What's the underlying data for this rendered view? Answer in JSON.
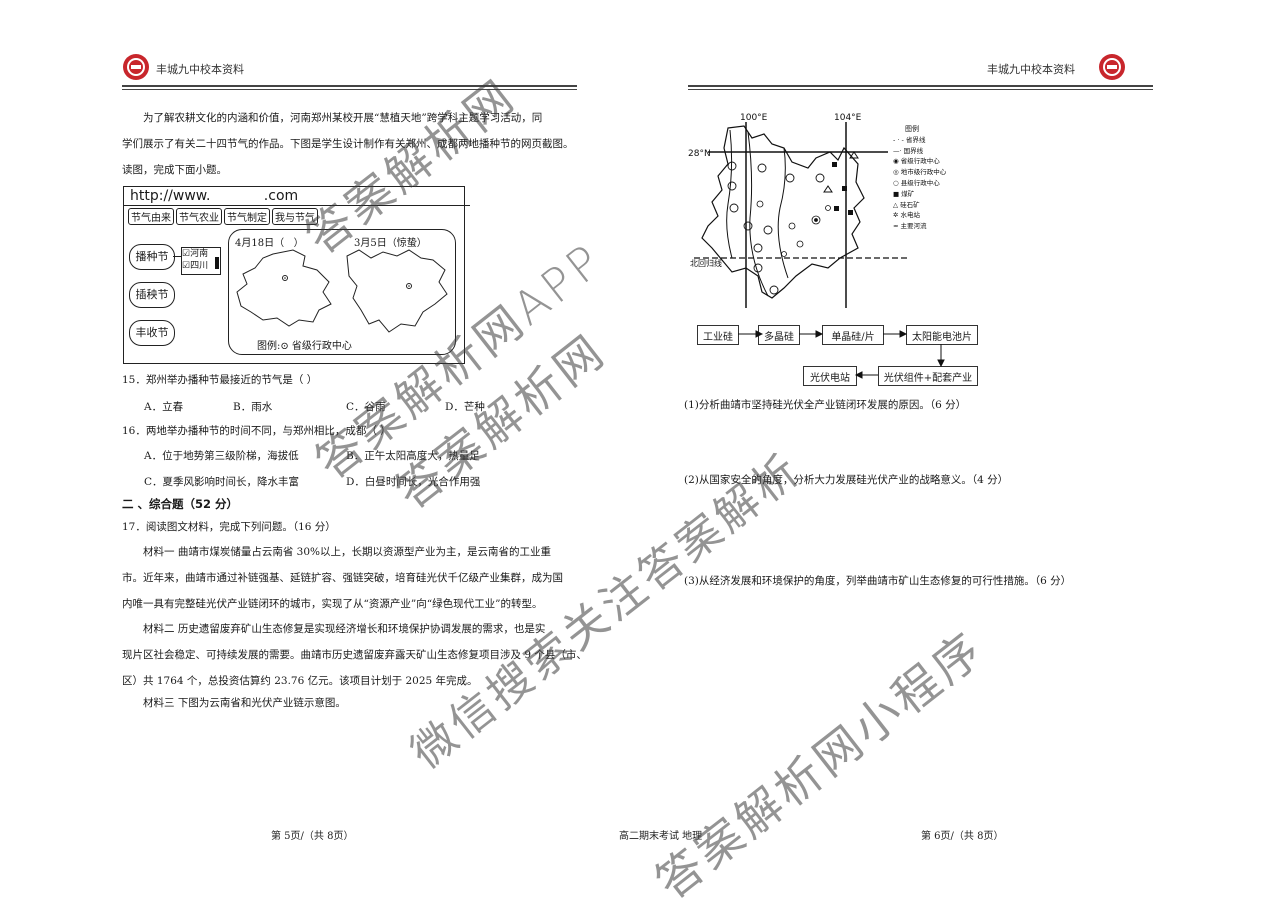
{
  "header": {
    "left_school": "丰城九中校本资料",
    "right_school": "丰城九中校本资料"
  },
  "intro": {
    "lines": [
      "为了解农耕文化的内涵和价值，河南郑州某校开展“慧植天地”跨学科主题学习活动，同",
      "学们展示了有关二十四节气的作品。下图是学生设计制作有关郑州、成都两地播种节的网页截图。",
      "读图，完成下面小题。"
    ]
  },
  "webpage": {
    "url": "http://www.            .com",
    "tabs": [
      "节气由来",
      "节气农业",
      "节气制定",
      "我与节气"
    ],
    "side_buttons": [
      "播种节",
      "插秧节",
      "丰收节"
    ],
    "checks": [
      "河南",
      "四川"
    ],
    "date_left": "4月18日（   ）",
    "date_right": "3月5日（惊蛰）",
    "legend": "图例:⊙ 省级行政中心"
  },
  "q15": {
    "stem": "15．郑州举办播种节最接近的节气是（   ）",
    "options": [
      "A．立春",
      "B．雨水",
      "C．谷雨",
      "D．芒种"
    ]
  },
  "q16": {
    "stem": "16．两地举办播种节的时间不同，与郑州相比，成都（   ）",
    "options": [
      "A．位于地势第三级阶梯，海拔低",
      "B．正午太阳高度大，热量足",
      "C．夏季风影响时间长，降水丰富",
      "D．白昼时间长，光合作用强"
    ]
  },
  "section2": {
    "title": "二 、综合题（52 分）"
  },
  "q17": {
    "stem": "17．阅读图文材料，完成下列问题。（16 分）",
    "m1": [
      "材料一   曲靖市煤炭储量占云南省 30%以上，长期以资源型产业为主，是云南省的工业重",
      "市。近年来，曲靖市通过补链强基、延链扩容、强链突破，培育硅光伏千亿级产业集群，成为国",
      "内唯一具有完整硅光伏产业链闭环的城市，实现了从“资源产业”向“绿色现代工业”的转型。"
    ],
    "m2": [
      "材料二   历史遗留废弃矿山生态修复是实现经济增长和环境保护协调发展的需求，也是实",
      "现片区社会稳定、可持续发展的需要。曲靖市历史遗留废弃露天矿山生态修复项目涉及 9 个县（市、",
      "区）共 1764 个，总投资估算约 23.76 亿元。该项目计划于 2025 年完成。"
    ],
    "m3": "材料三   下图为云南省和光伏产业链示意图。"
  },
  "map_right": {
    "lon1": "100°E",
    "lon2": "104°E",
    "lat": "28°N",
    "tropic": "北回归线",
    "legend_title": "图例",
    "legend_items": [
      "省界线",
      "国界线",
      "省级行政中心",
      "地市级行政中心",
      "县级行政中心",
      "煤矿",
      "硅石矿",
      "水电站",
      "主要河流"
    ]
  },
  "chain": {
    "boxes": [
      "工业硅",
      "多晶硅",
      "单晶硅/片",
      "太阳能电池片",
      "光伏组件+配套产业",
      "光伏电站"
    ]
  },
  "sub_questions": [
    "(1)分析曲靖市坚持硅光伏全产业链闭环发展的原因。（6 分）",
    "(2)从国家安全的角度，分析大力发展硅光伏产业的战略意义。（4 分）",
    "(3)从经济发展和环境保护的角度，列举曲靖市矿山生态修复的可行性措施。（6 分）"
  ],
  "footer": {
    "left": "第 5页/（共 8页）",
    "center": "高二期末考试  地理",
    "right": "第 6页/（共 8页）"
  },
  "watermarks": [
    "答案解析网",
    "答案解析网APP",
    "答案解析网",
    "微信搜索关注答案解析",
    "答案解析网小程序"
  ]
}
